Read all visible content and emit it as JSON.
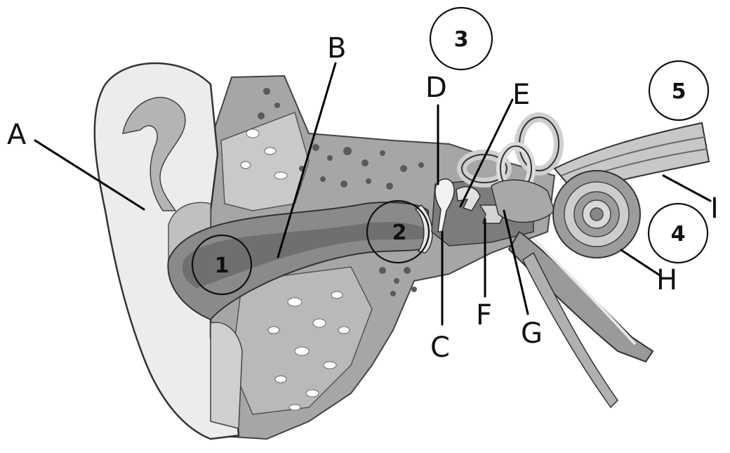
{
  "diagram": {
    "letter_labels": {
      "a": "A",
      "b": "B",
      "c": "C",
      "d": "D",
      "e": "E",
      "f": "F",
      "g": "G",
      "h": "H",
      "i": "I"
    },
    "number_markers": {
      "n1": "1",
      "n2": "2",
      "n3": "3",
      "n4": "4",
      "n5": "5"
    }
  }
}
